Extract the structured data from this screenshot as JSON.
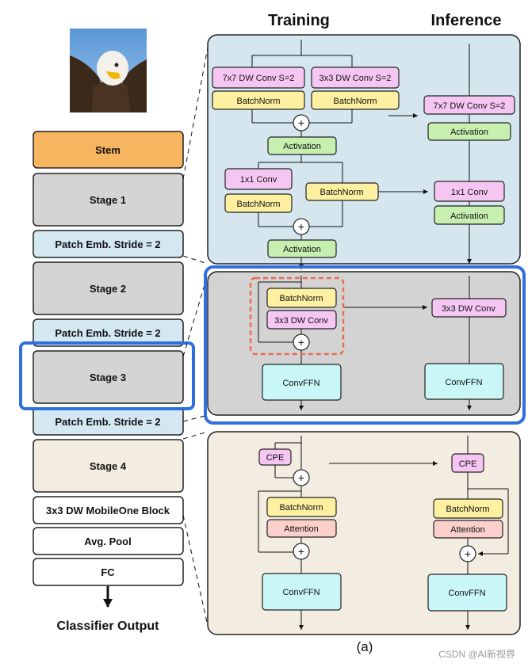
{
  "headers": {
    "training": "Training",
    "inference": "Inference"
  },
  "left": {
    "stem": "Stem",
    "stage1": "Stage 1",
    "patch1": "Patch Emb. Stride = 2",
    "stage2": "Stage 2",
    "patch2": "Patch Emb. Stride = 2",
    "stage3": "Stage 3",
    "patch3": "Patch Emb. Stride = 2",
    "stage4": "Stage 4",
    "mobileone": "3x3 DW MobileOne Block",
    "pool": "Avg. Pool",
    "fc": "FC",
    "output": "Classifier Output"
  },
  "panel1": {
    "conv7": "7x7 DW Conv S=2",
    "conv3": "3x3 DW Conv S=2",
    "bn_a": "BatchNorm",
    "bn_b": "BatchNorm",
    "act_a": "Activation",
    "conv1": "1x1 Conv",
    "bn_c": "BatchNorm",
    "bn_d": "BatchNorm",
    "act_b": "Activation",
    "inf_conv7": "7x7 DW Conv S=2",
    "inf_act_a": "Activation",
    "inf_conv1": "1x1 Conv",
    "inf_act_b": "Activation"
  },
  "panel2": {
    "bn": "BatchNorm",
    "conv3": "3x3 DW Conv",
    "ffn": "ConvFFN",
    "inf_conv3": "3x3 DW Conv",
    "inf_ffn": "ConvFFN"
  },
  "panel3": {
    "cpe": "CPE",
    "bn": "BatchNorm",
    "attn": "Attention",
    "ffn": "ConvFFN",
    "inf_cpe": "CPE",
    "inf_bn": "BatchNorm",
    "inf_attn": "Attention",
    "inf_ffn": "ConvFFN"
  },
  "caption": "(a)",
  "watermark": "CSDN @AI新视界",
  "plus": "+"
}
